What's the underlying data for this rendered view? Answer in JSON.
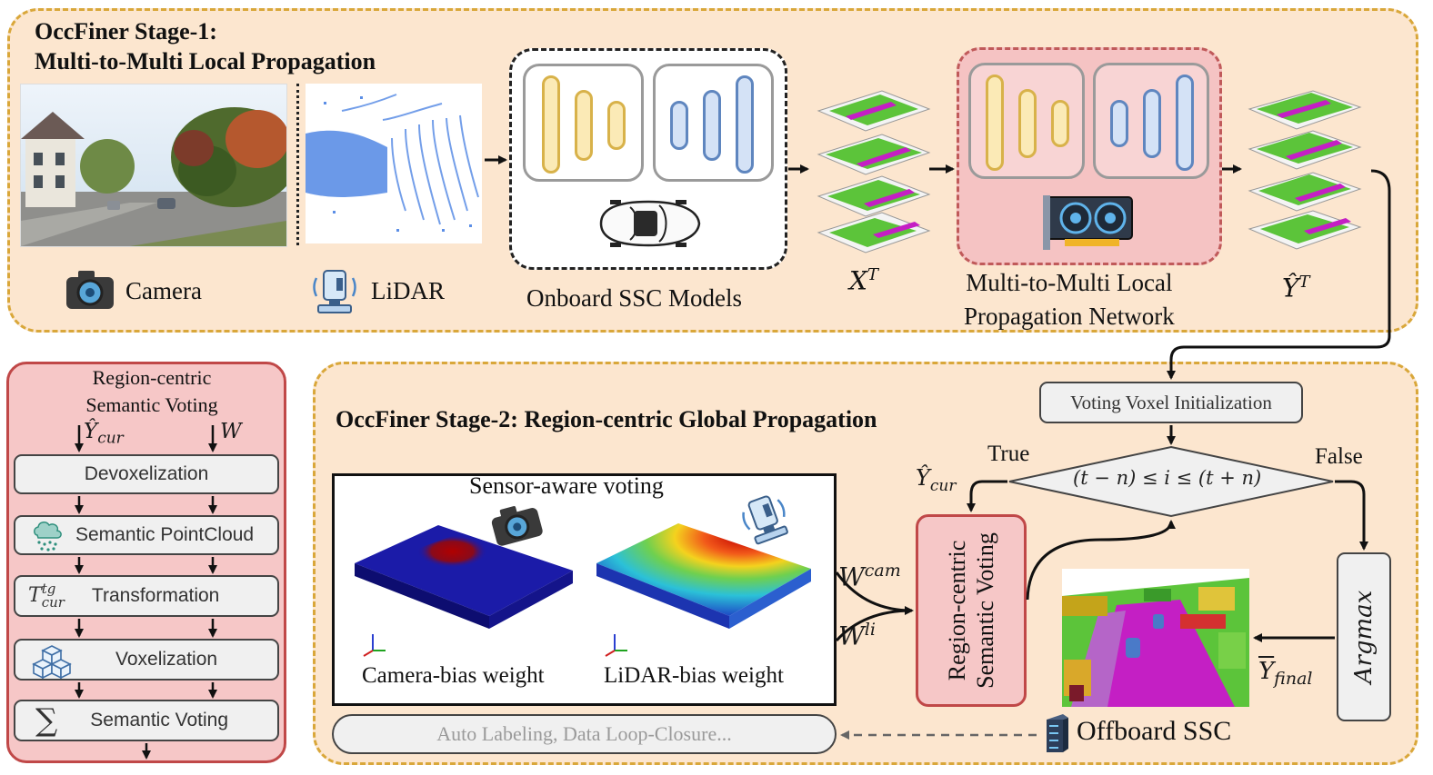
{
  "stage1": {
    "title_line1": "OccFiner Stage-1:",
    "title_line2": "Multi-to-Multi Local Propagation",
    "camera_label": "Camera",
    "lidar_label": "LiDAR",
    "onboard_label": "Onboard SSC Models",
    "xt_label": "X",
    "xt_sup": "T",
    "network_label_line1": "Multi-to-Multi Local",
    "network_label_line2": "Propagation Network",
    "yt_label": "Ŷ",
    "yt_sup": "T"
  },
  "sidebar": {
    "title_line1": "Region-centric",
    "title_line2": "Semantic Voting",
    "input_left": "Ŷ",
    "input_left_sub": "cur",
    "input_right": "W",
    "steps": {
      "devox": "Devoxelization",
      "pointcloud": "Semantic PointCloud",
      "transform_sym": "T",
      "transform_sup": "tg",
      "transform_sub": "cur",
      "transform": "Transformation",
      "vox": "Voxelization",
      "voting_sym": "∑",
      "voting": "Semantic Voting"
    }
  },
  "stage2": {
    "title": "OccFiner Stage-2: Region-centric Global Propagation",
    "voting_init": "Voting Voxel Initialization",
    "condition": "(t − n) ≤ i ≤ (t + n)",
    "true_label": "True",
    "false_label": "False",
    "ycur": "Ŷ",
    "ycur_sub": "cur",
    "sensor_title": "Sensor-aware voting",
    "camera_weight": "Camera-bias weight",
    "lidar_weight": "LiDAR-bias weight",
    "wcam": "W",
    "wcam_sup": "cam",
    "wli": "W",
    "wli_sup": "li",
    "rc_voting_line1": "Region-centric",
    "rc_voting_line2": "Semantic Voting",
    "argmax": "Argmax",
    "yfinal": "Y",
    "yfinal_sub": "final",
    "offboard": "Offboard SSC",
    "autolabel": "Auto Labeling, Data Loop-Closure..."
  },
  "colors": {
    "stage_fill": "#fce6cf",
    "stage_border": "#d9a73a",
    "net_fill": "#f5c3c3",
    "net_border": "#c05a5a",
    "yellow_fill": "#fbeab6",
    "yellow_border": "#d8b24a",
    "blue_fill": "#d4e2f6",
    "blue_border": "#5f86bf",
    "semantic_green": "#5cc43a",
    "semantic_magenta": "#c41fc4"
  },
  "icons": [
    "camera-icon",
    "lidar-icon",
    "car-icon",
    "gpu-icon",
    "cloud-icon",
    "cubes-icon",
    "server-icon",
    "axes-icon"
  ]
}
